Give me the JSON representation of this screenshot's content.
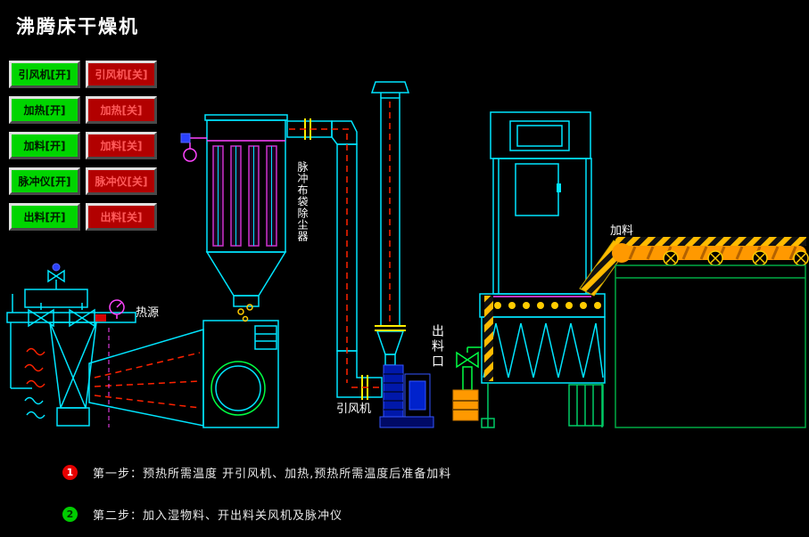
{
  "title": "沸腾床干燥机",
  "controls": {
    "on_buttons": [
      "引风机[开]",
      "加热[开]",
      "加料[开]",
      "脉冲仪[开]",
      "出料[开]"
    ],
    "off_buttons": [
      "引风机[关]",
      "加热[关]",
      "加料[关]",
      "脉冲仪[关]",
      "出料[关]"
    ]
  },
  "labels": {
    "dust_collector": "脉冲布袋除尘器",
    "heat_source": "热源",
    "fan": "引风机",
    "discharge_port": "出料口",
    "feed": "加料"
  },
  "steps": [
    {
      "badge": "1",
      "text": "第一步：预热所需温度   开引风机、加热,预热所需温度后准备加料"
    },
    {
      "badge": "2",
      "text": "第二步：加入湿物料、开出料关风机及脉冲仪"
    }
  ],
  "colors": {
    "background": "#000000",
    "on_button_face": "#00d500",
    "off_button_face": "#b20000",
    "pipe_cyan": "#00e5ff",
    "structure_green": "#00bb44",
    "flow_red": "#ff2200",
    "accent_magenta": "#ff44ff",
    "flange_yellow": "#ffee00",
    "conveyor_orange": "#ff9900",
    "fan_blue": "#2a41ff",
    "step1_badge": "#e60000",
    "step2_badge": "#00cc00"
  }
}
